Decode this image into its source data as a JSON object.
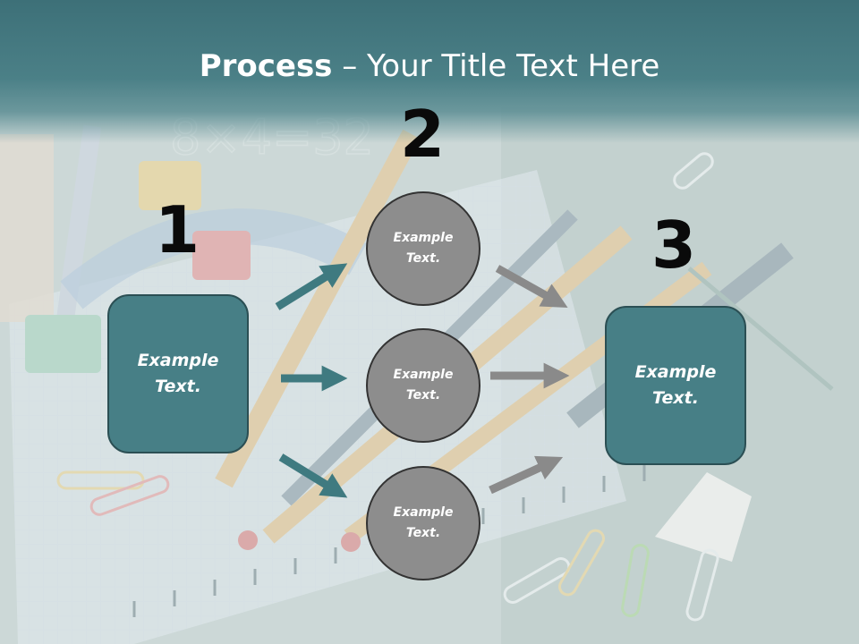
{
  "title": {
    "bold": "Process",
    "rest": " – Your Title Text Here"
  },
  "steps": [
    {
      "number": "1",
      "text": "Example Text."
    },
    {
      "number": "2"
    },
    {
      "number": "3",
      "text": "Example Text."
    }
  ],
  "circles": [
    {
      "text": "Example Text."
    },
    {
      "text": "Example Text."
    },
    {
      "text": "Example Text."
    }
  ],
  "colors": {
    "title_band": "#4b8087",
    "box_fill": "#477f86",
    "box_border": "#2b4f54",
    "circle_fill": "#8d8d8d",
    "arrow_teal": "#3f7a80",
    "arrow_gray": "#8a8a8a"
  }
}
